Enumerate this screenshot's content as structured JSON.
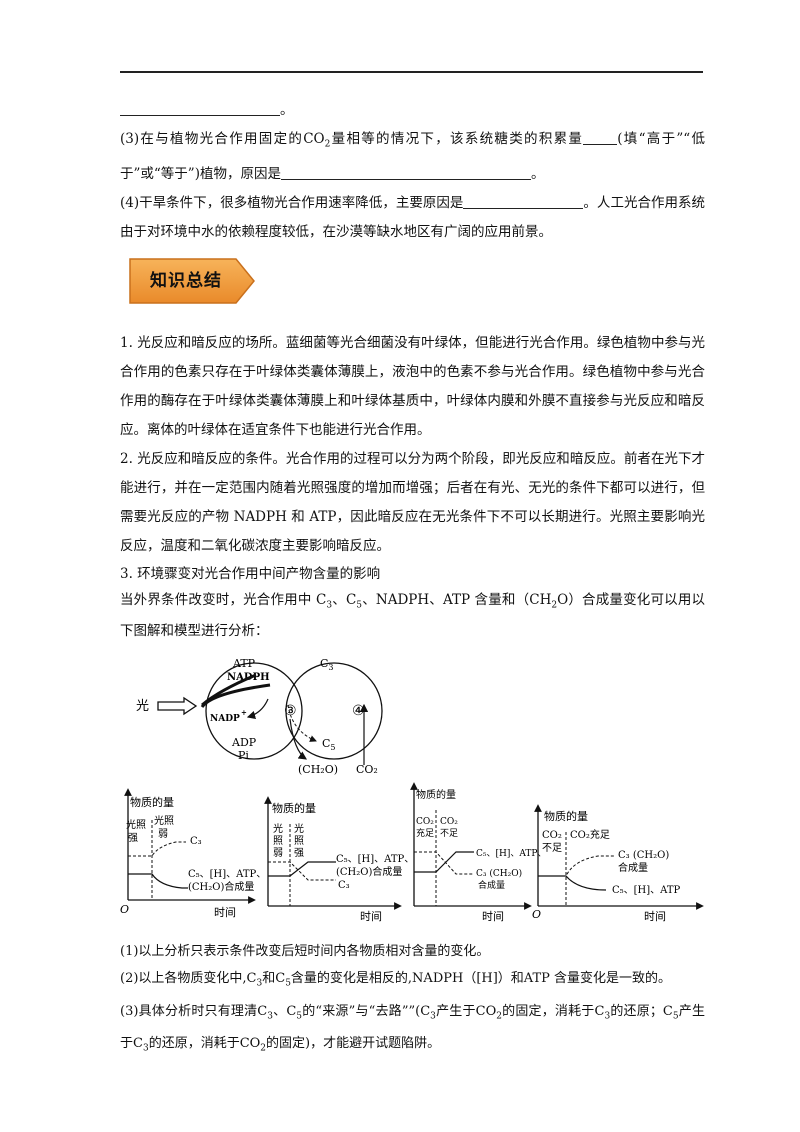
{
  "questions": {
    "q2_tail": "。",
    "q3_a": "(3)在与植物光合作用固定的CO",
    "q3_b": "量相等的情况下，该系统糖类的积累量",
    "q3_c": "(填“高于”“低于”或“等于”)植物，原因是",
    "q3_d": "。",
    "q4_a": "(4)干旱条件下，很多植物光合作用速率降低，主要原因是",
    "q4_b": "。人工光合作用系统由于对环境中水的依赖程度较低，在沙漠等缺水地区有广阔的应用前景。",
    "sub2": "2"
  },
  "section_badge": "知识总结",
  "summary": {
    "p1": "1. 光反应和暗反应的场所。蓝细菌等光合细菌没有叶绿体，但能进行光合作用。绿色植物中参与光合作用的色素只存在于叶绿体类囊体薄膜上，液泡中的色素不参与光合作用。绿色植物中参与光合作用的酶存在于叶绿体类囊体薄膜上和叶绿体基质中，叶绿体内膜和外膜不直接参与光反应和暗反应。离体的叶绿体在适宜条件下也能进行光合作用。",
    "p2": "2. 光反应和暗反应的条件。光合作用的过程可以分为两个阶段，即光反应和暗反应。前者在光下才能进行，并在一定范围内随着光照强度的增加而增强；后者在有光、无光的条件下都可以进行，但需要光反应的产物 NADPH 和 ATP，因此暗反应在无光条件下不可以长期进行。光照主要影响光反应，温度和二氧化碳浓度主要影响暗反应。",
    "p3_title": "3. 环境骤变对光合作用中间产物含量的影响",
    "p3_a": "当外界条件改变时，光合作用中 C",
    "p3_b": "、C",
    "p3_c": "、NADPH、ATP 含量和（CH",
    "p3_d": "O）合成量变化可以用以下图解和模型进行分析：",
    "sub3": "3",
    "sub5": "5",
    "sub2": "2"
  },
  "cycle_diagram": {
    "atp": "ATP",
    "nadph": "NADPH",
    "light": "光",
    "nadp": "NADP",
    "nadp_sup": "+",
    "adp": "ADP",
    "pi": "Pi",
    "c3": "C",
    "c3_sub": "3",
    "c5": "C",
    "c5_sub": "5",
    "circle3": "③",
    "circle4": "④",
    "ch2o": "(CH₂O)",
    "co2": "CO₂"
  },
  "charts": [
    {
      "ylabel": "物质的量",
      "cond_before": [
        "光照",
        "强"
      ],
      "cond_after": [
        "光照",
        "弱"
      ],
      "line_up_label": "C₃",
      "line_down_label": [
        "C₅、[H]、ATP、",
        "(CH₂O)合成量"
      ],
      "origin": "O",
      "xlabel": "时间"
    },
    {
      "ylabel": "物质的量",
      "cond_before": [
        "光",
        "照",
        "弱"
      ],
      "cond_after": [
        "光",
        "照",
        "强"
      ],
      "line_up_label": [
        "C₅、[H]、ATP、",
        "(CH₂O)合成量"
      ],
      "line_down_label": "C₃",
      "xlabel": "时间"
    },
    {
      "ylabel": "物质的量",
      "cond_before": [
        "CO₂",
        "充足"
      ],
      "cond_after": [
        "CO₂",
        "不足"
      ],
      "line_up_label": "C₅、[H]、ATP、",
      "line_down_label": [
        "C₃ (CH₂O)",
        "合成量"
      ],
      "xlabel": "时间"
    },
    {
      "ylabel": "物质的量",
      "cond_before": [
        "CO₂",
        "不足"
      ],
      "cond_after": [
        "CO₂充足"
      ],
      "line_up_label": [
        "C₃ (CH₂O)",
        "合成量"
      ],
      "line_down_label": "C₅、[H]、ATP",
      "origin": "O",
      "xlabel": "时间"
    }
  ],
  "notes": {
    "n1": "(1)以上分析只表示条件改变后短时间内各物质相对含量的变化。",
    "n2_a": "(2)以上各物质变化中,C",
    "n2_b": "和C",
    "n2_c": "含量的变化是相反的,NADPH（[H]）和ATP 含量变化是一致的。",
    "n3_a": "(3)具体分析时只有理清C",
    "n3_b": "、C",
    "n3_c": "的“来源”与“去路””(C",
    "n3_d": "产生于CO",
    "n3_e": "的固定，消耗于C",
    "n3_f": "的还原；C",
    "n3_g": "产生于C",
    "n3_h": "的还原，消耗于CO",
    "n3_i": "的固定)，才能避开试题陷阱。",
    "sub3": "3",
    "sub5": "5",
    "sub2": "2"
  }
}
